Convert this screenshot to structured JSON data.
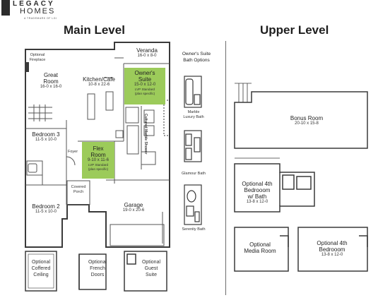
{
  "logo": {
    "word1": "LEGACY",
    "word2": "HOMES",
    "tagline": "A TRADEMARK OF LGI"
  },
  "headings": {
    "main": "Main Level",
    "upper": "Upper Level"
  },
  "main_rooms": {
    "optional_fireplace": [
      "Optional",
      "Fireplace"
    ],
    "great_room": {
      "name": [
        "Great",
        "Room"
      ],
      "dims": "16-0 x 16-0"
    },
    "kitchen": {
      "name": "Kitchen/Cafe",
      "dims": "10-8 x 22-6"
    },
    "veranda": {
      "name": "Veranda",
      "dims": "16-0 x 8-0"
    },
    "owners_suite": {
      "name": [
        "Owner's",
        "Suite"
      ],
      "dims": "15-0 x 12-0",
      "note": [
        "LVP Standard",
        "(plan specific)"
      ]
    },
    "bedroom3": {
      "name": "Bedroom 3",
      "dims": "11-5 x 10-0"
    },
    "foyer": "Foyer",
    "flex_room": {
      "name": [
        "Flex",
        "Room"
      ],
      "dims": "9-10 x 11-6",
      "note": [
        "LVP Standard",
        "(plan specific)"
      ]
    },
    "covered_porch": [
      "Covered",
      "Porch"
    ],
    "bedroom2": {
      "name": "Bedroom 2",
      "dims": "11-5 x 10-0"
    },
    "garage": {
      "name": "Garage",
      "dims": "19-0 x 20-6"
    },
    "cultured_marble_shower": "Cultured Marble Shower"
  },
  "bath_options": {
    "title": [
      "Owner's Suite",
      "Bath Options"
    ],
    "marble": [
      "Marble",
      "Luxury Bath"
    ],
    "glamour": "Glamour Bath",
    "serenity": "Serenity Bath"
  },
  "bottom_options": {
    "coffered": [
      "Optional",
      "Coffered",
      "Ceiling"
    ],
    "french": [
      "Optional",
      "French",
      "Doors"
    ],
    "guest": [
      "Optional",
      "Guest",
      "Suite"
    ]
  },
  "upper_rooms": {
    "bonus": {
      "name": "Bonus Room",
      "dims": "20-10 x 15-8"
    },
    "optional_bed4_bath": {
      "name": [
        "Optional 4th",
        "Bedrooom",
        "w/ Bath"
      ],
      "dims": "13-8 x 12-0"
    },
    "media": [
      "Optional",
      "Media Room"
    ],
    "optional_bed4": {
      "name": [
        "Optional 4th",
        "Bedrooom"
      ],
      "dims": "13-8 x 12-0"
    }
  }
}
